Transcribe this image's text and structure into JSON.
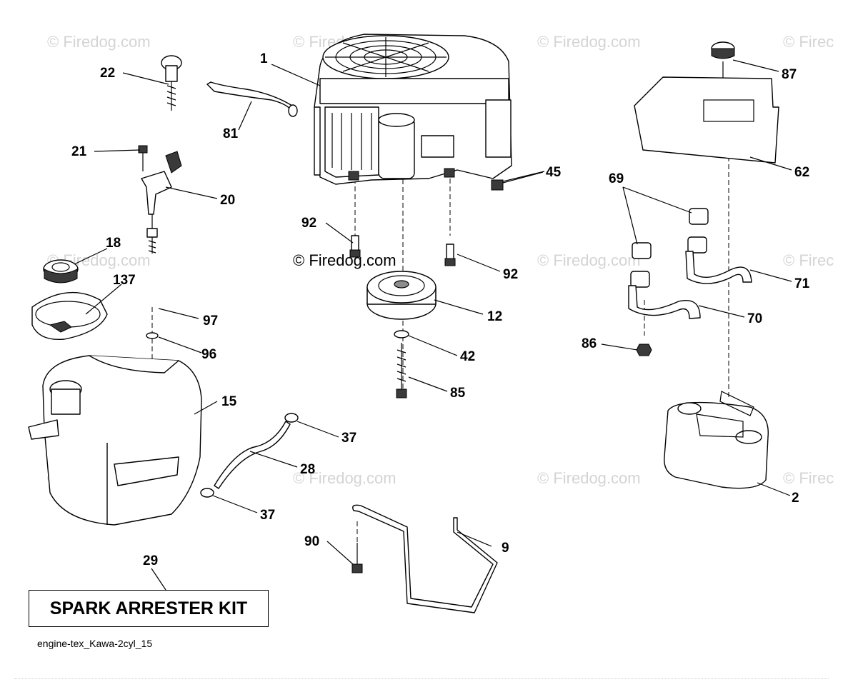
{
  "watermark": {
    "text": "© Firedog.com",
    "text_cut": "© Firec",
    "center_text": "© Firedog.com"
  },
  "callouts": {
    "c1": "1",
    "c2": "2",
    "c9": "9",
    "c12": "12",
    "c15": "15",
    "c18": "18",
    "c20": "20",
    "c21": "21",
    "c22": "22",
    "c28": "28",
    "c29": "29",
    "c37a": "37",
    "c37b": "37",
    "c42": "42",
    "c45": "45",
    "c62": "62",
    "c69": "69",
    "c70": "70",
    "c71": "71",
    "c81": "81",
    "c85": "85",
    "c86": "86",
    "c87": "87",
    "c90": "90",
    "c92a": "92",
    "c92b": "92",
    "c96": "96",
    "c97": "97",
    "c137": "137"
  },
  "kit_label": "SPARK ARRESTER KIT",
  "caption": "engine-tex_Kawa-2cyl_15"
}
